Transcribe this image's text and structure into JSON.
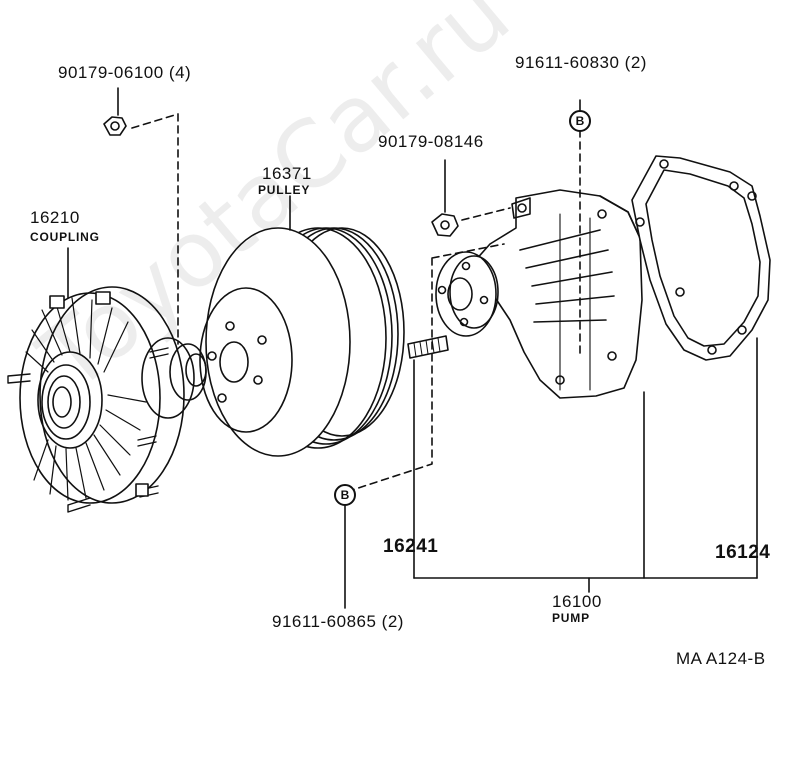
{
  "parts": {
    "nut_top": "90179-06100 (4)",
    "coupling_no": "16210",
    "coupling_name": "COUPLING",
    "pulley_no": "16371",
    "pulley_name": "PULLEY",
    "nut_pump": "90179-08146",
    "bolt_top": "91611-60830 (2)",
    "stud": "16241",
    "gasket": "16124",
    "pump_no": "16100",
    "pump_name": "PUMP",
    "bolt_bottom": "91611-60865 (2)"
  },
  "callouts": {
    "b_top": "B",
    "b_bottom": "B"
  },
  "footer": {
    "ref": "MA  A124-B"
  },
  "watermark": "ToyotaCar.ru"
}
